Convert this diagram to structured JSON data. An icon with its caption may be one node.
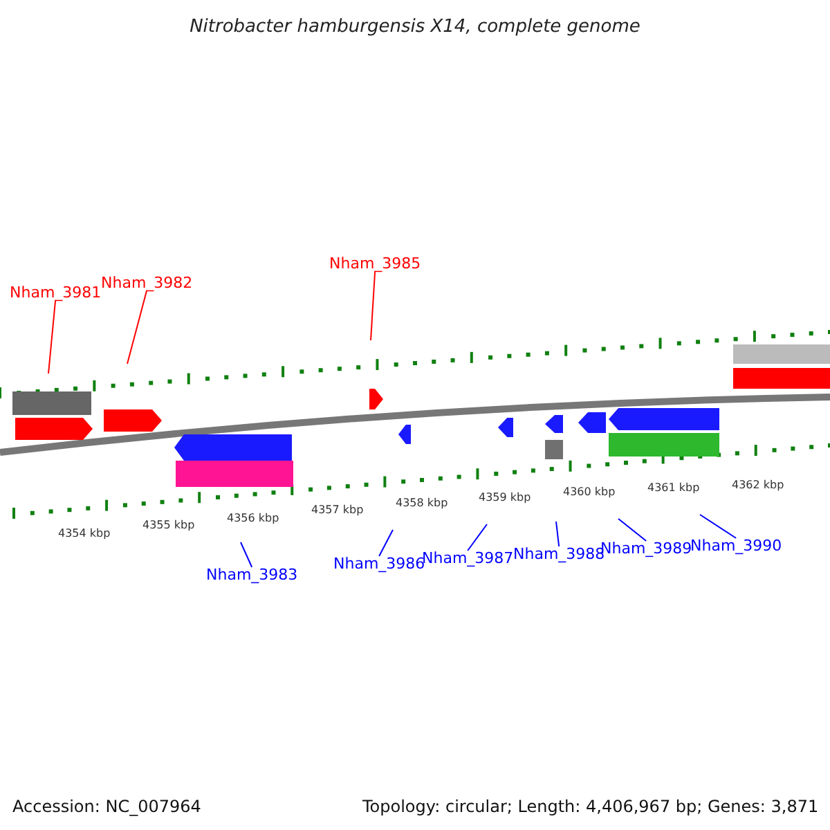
{
  "diagram": {
    "title": "Nitrobacter hamburgensis X14, complete genome",
    "nodes": [
      {
        "text": [
          "Nham_3981"
        ]
      },
      {
        "text": [
          "Nham_3982"
        ]
      },
      {
        "text": [
          "Nham_3985"
        ]
      },
      {
        "text": [
          "Nham_3983"
        ]
      },
      {
        "text": [
          "Nham_3986"
        ]
      },
      {
        "text": [
          "Nham_3987"
        ]
      },
      {
        "text": [
          "Nham_3988"
        ]
      },
      {
        "text": [
          "Nham_3989"
        ]
      },
      {
        "text": [
          "Nham_3990"
        ]
      }
    ],
    "edges": [
      {
        "from": 0,
        "to": null,
        "arrow": "none",
        "color": "#ff0000"
      },
      {
        "from": 1,
        "to": null,
        "arrow": "none",
        "color": "#ff0000"
      },
      {
        "from": 2,
        "to": null,
        "arrow": "none",
        "color": "#ff0000"
      },
      {
        "from": 3,
        "to": null,
        "arrow": "none"
      },
      {
        "from": 4,
        "to": null,
        "arrow": "none"
      },
      {
        "from": 5,
        "to": null,
        "arrow": "none"
      },
      {
        "from": 6,
        "to": null,
        "arrow": "none"
      },
      {
        "from": 7,
        "to": null,
        "arrow": "none"
      },
      {
        "from": 8,
        "to": null,
        "arrow": "none"
      }
    ],
    "labels": [
      "4354 kbp",
      "4355 kbp",
      "4356 kbp",
      "4357 kbp",
      "4358 kbp",
      "4359 kbp",
      "4360 kbp",
      "4361 kbp",
      "4362 kbp",
      "Accession: NC_007964",
      "Topology: circular; Length: 4,406,967 bp; Genes: 3,871"
    ]
  }
}
